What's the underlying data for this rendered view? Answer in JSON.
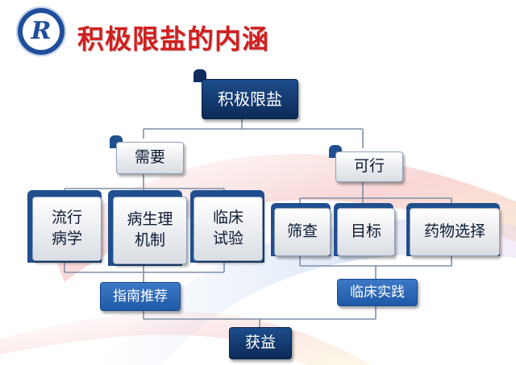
{
  "title": "积极限盐的内涵",
  "logo_letter": "R",
  "nodes": {
    "root": "积极限盐",
    "need": "需要",
    "feasible": "可行",
    "epidemiology": [
      "流行",
      "病学"
    ],
    "pathophysiology": [
      "病生理",
      "机制"
    ],
    "clinical_trial": [
      "临床",
      "试验"
    ],
    "screening": "筛查",
    "target": "目标",
    "drug_choice": "药物选择",
    "guideline": "指南推荐",
    "practice": "临床实践",
    "benefit": "获益"
  },
  "colors": {
    "title": "#d21f1f",
    "navy": "#0d2a57",
    "blue": "#1f5aa8",
    "line": "#7f8fa8"
  }
}
